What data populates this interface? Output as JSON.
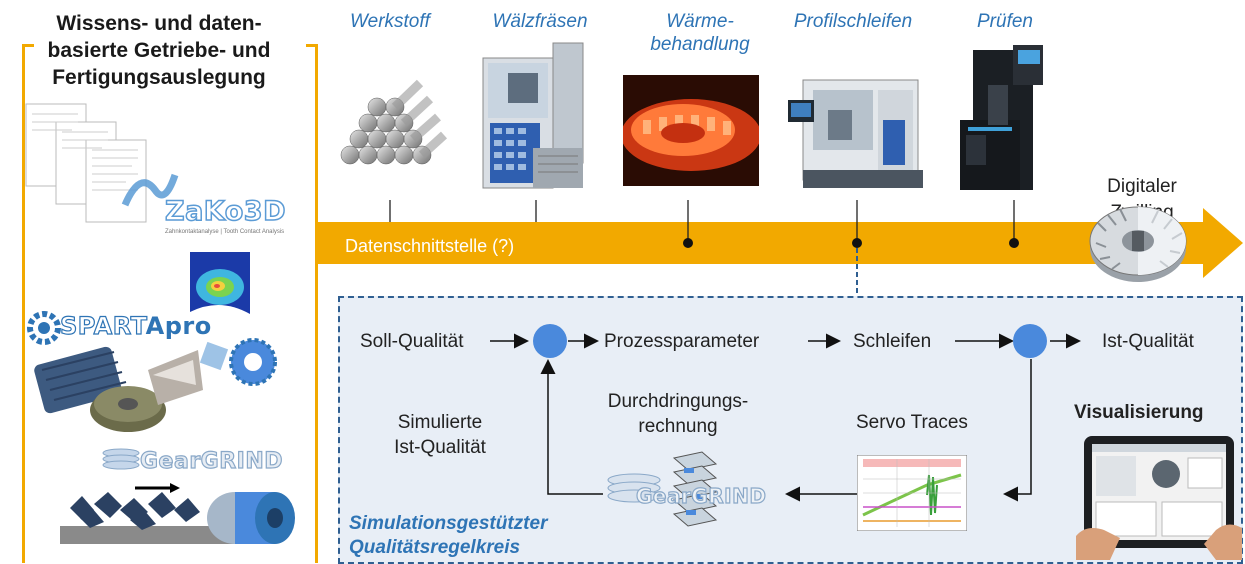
{
  "left_panel": {
    "title_line1": "Wissens- und daten-",
    "title_line2": "basierte Getriebe- und",
    "title_line3": "Fertigungsauslegung",
    "logos": {
      "zako3d": "ZaKo3D",
      "zako3d_sub": "Zahnkontaktanalyse | Tooth Contact Analysis",
      "spartapro_a": "SPART",
      "spartapro_b": "Apro",
      "geargrind": "GearGRIND"
    }
  },
  "stages": [
    {
      "label": "Werkstoff"
    },
    {
      "label": "Wälzfräsen"
    },
    {
      "label_line1": "Wärme-",
      "label_line2": "behandlung"
    },
    {
      "label": "Profilschleifen"
    },
    {
      "label": "Prüfen"
    }
  ],
  "process_arrow": {
    "label": "Datenschnittstelle (?)",
    "color": "#f2a900"
  },
  "digital_twin": {
    "line1": "Digitaler",
    "line2": "Zwilling"
  },
  "control_loop": {
    "soll": "Soll-Qualität",
    "prozessparameter": "Prozessparameter",
    "schleifen": "Schleifen",
    "ist": "Ist-Qualität",
    "simulierte_line1": "Simulierte",
    "simulierte_line2": "Ist-Qualität",
    "durch_line1": "Durchdringungs-",
    "durch_line2": "rechnung",
    "servo": "Servo Traces",
    "visualisierung": "Visualisierung",
    "geargrind": "GearGRIND",
    "title_line1": "Simulationsgestützter",
    "title_line2": "Qualitätsregelkreis",
    "node_color": "#4a89dc",
    "box_color": "#e8eef6",
    "accent": "#2e74b5"
  }
}
